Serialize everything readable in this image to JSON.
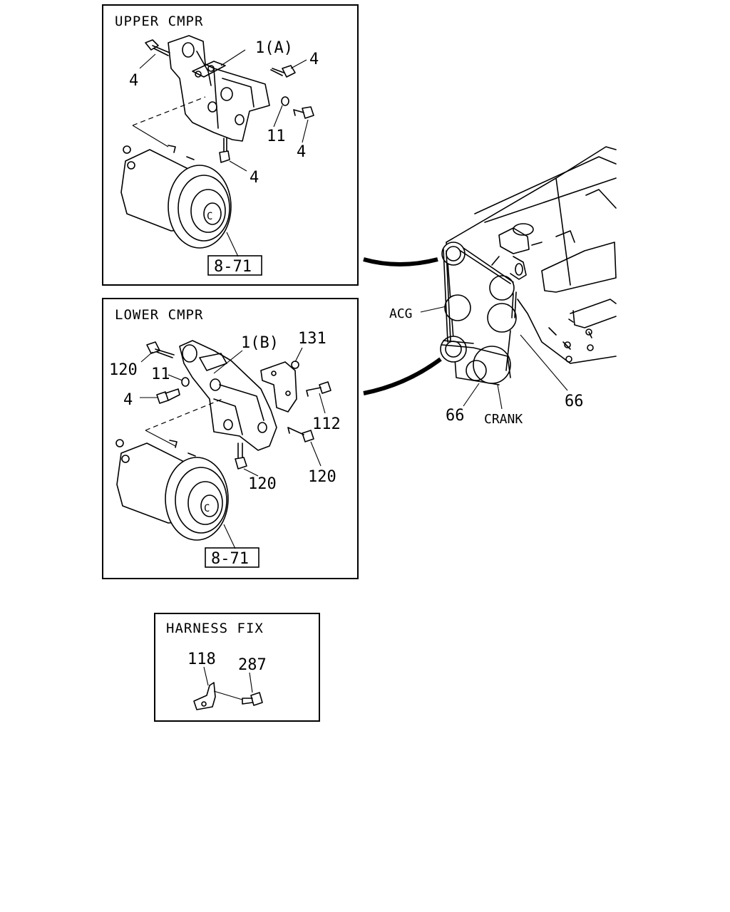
{
  "panels": {
    "upper": {
      "title": "UPPER CMPR",
      "ref": "8-71",
      "labels": [
        "4",
        "1(A)",
        "4",
        "11",
        "4",
        "4"
      ]
    },
    "lower": {
      "title": "LOWER CMPR",
      "ref": "8-71",
      "labels": [
        "1(B)",
        "131",
        "120",
        "11",
        "4",
        "112",
        "120",
        "120"
      ]
    },
    "harness": {
      "title": "HARNESS FIX",
      "labels": [
        "118",
        "287"
      ]
    }
  },
  "engine": {
    "labels": [
      "ACG",
      "66",
      "66",
      "CRANK"
    ]
  }
}
